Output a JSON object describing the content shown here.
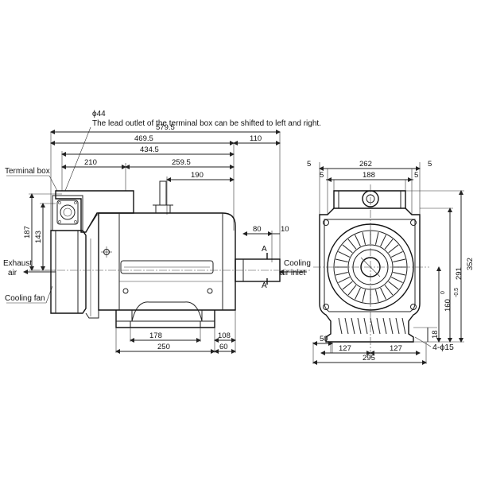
{
  "note": {
    "diameter": "ϕ44",
    "text": "The lead outlet of the terminal box can be shifted to left and right."
  },
  "labels": {
    "terminal_box": "Terminal box",
    "exhaust_air_1": "Exhaust",
    "exhaust_air_2": "air",
    "cooling_fan": "Cooling fan",
    "cooling_air_1": "Cooling",
    "cooling_air_2": "air inlet",
    "section_a_top": "A",
    "section_a_bottom": "A"
  },
  "side_view": {
    "overall_length": "579.5",
    "length_469": "469.5",
    "shaft_110": "110",
    "length_434": "434.5",
    "length_210": "210",
    "length_259": "259.5",
    "length_190": "190",
    "shaft_80": "80",
    "shaft_10": "10",
    "height_187": "187",
    "height_143": "143",
    "foot_178": "178",
    "foot_108": "108",
    "foot_250": "250",
    "foot_60": "60"
  },
  "front_view": {
    "width_262": "262",
    "margin_left": "5",
    "margin_right": "5",
    "width_188": "188",
    "margin_left_2": "5",
    "margin_right_2": "5",
    "height_352": "352",
    "height_291": "291",
    "height_160": "160",
    "tol_0": "0",
    "tol_neg": "-0.5",
    "height_18": "18",
    "foot_50": "50",
    "half_127_left": "127",
    "half_127_right": "127",
    "width_295": "295",
    "holes": "4-ϕ15"
  }
}
